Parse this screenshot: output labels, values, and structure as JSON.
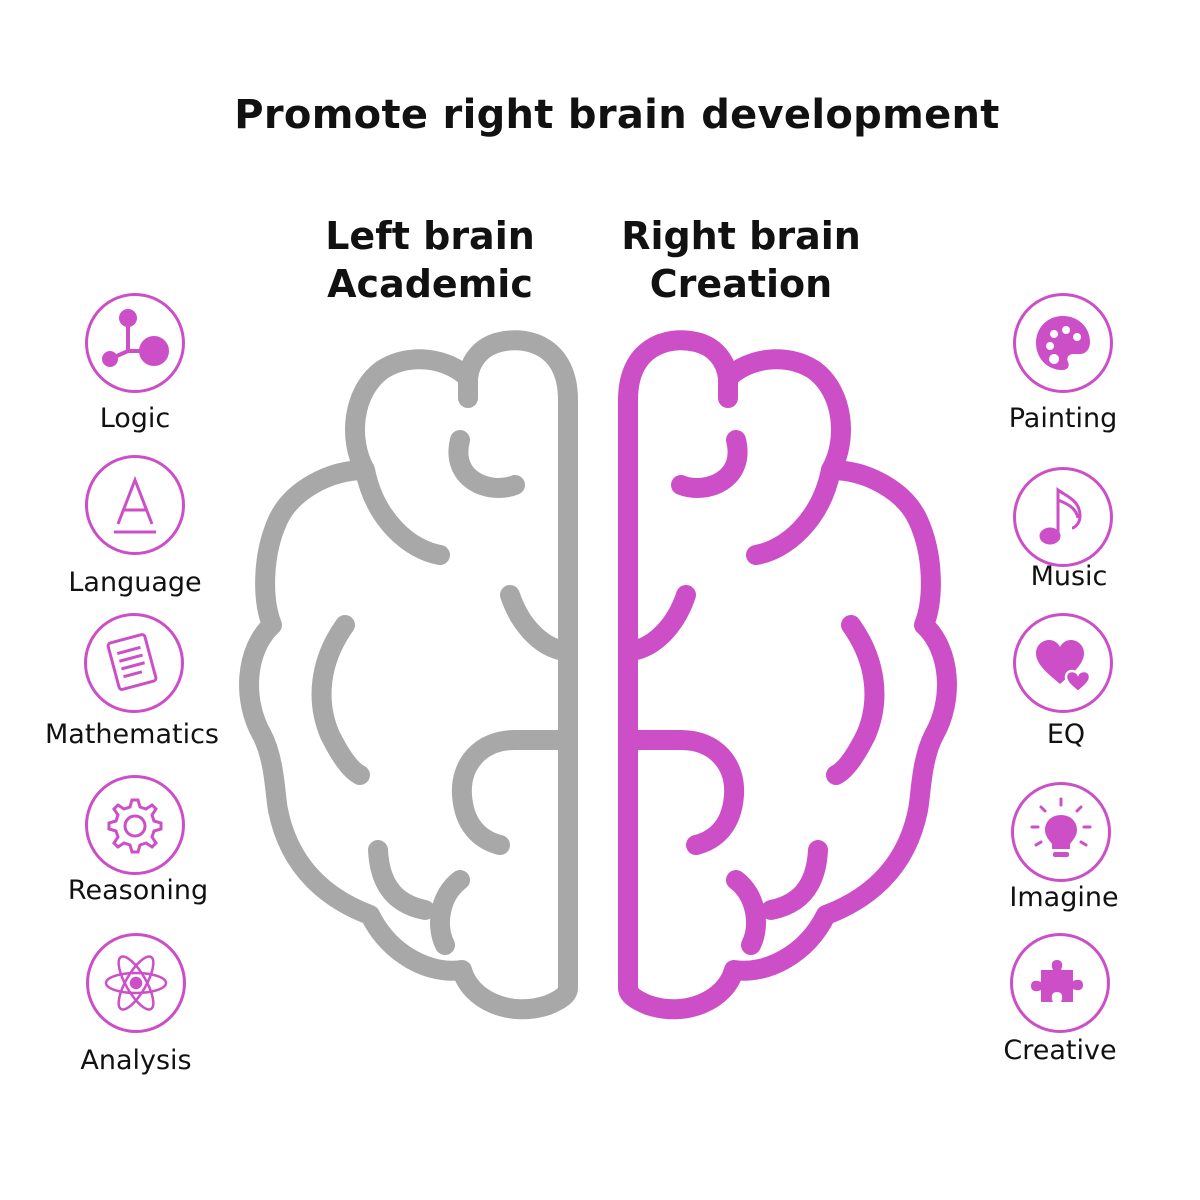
{
  "title": "Promote right brain development",
  "left_brain": {
    "line1": "Left brain",
    "line2": "Academic"
  },
  "right_brain": {
    "line1": "Right brain",
    "line2": "Creation"
  },
  "left_features": [
    {
      "label": "Logic",
      "icon": "molecule-icon"
    },
    {
      "label": "Language",
      "icon": "letter-a-icon"
    },
    {
      "label": "Mathematics",
      "icon": "document-icon"
    },
    {
      "label": "Reasoning",
      "icon": "gear-icon"
    },
    {
      "label": "Analysis",
      "icon": "atom-icon"
    }
  ],
  "right_features": [
    {
      "label": "Painting",
      "icon": "palette-icon"
    },
    {
      "label": "Music",
      "icon": "music-note-icon"
    },
    {
      "label": "EQ",
      "icon": "hearts-icon"
    },
    {
      "label": "Imagine",
      "icon": "lightbulb-icon"
    },
    {
      "label": "Creative",
      "icon": "puzzle-icon"
    }
  ],
  "colors": {
    "accent": "#cc4fc8",
    "left_brain": "#a8a8a8",
    "text": "#111111"
  }
}
